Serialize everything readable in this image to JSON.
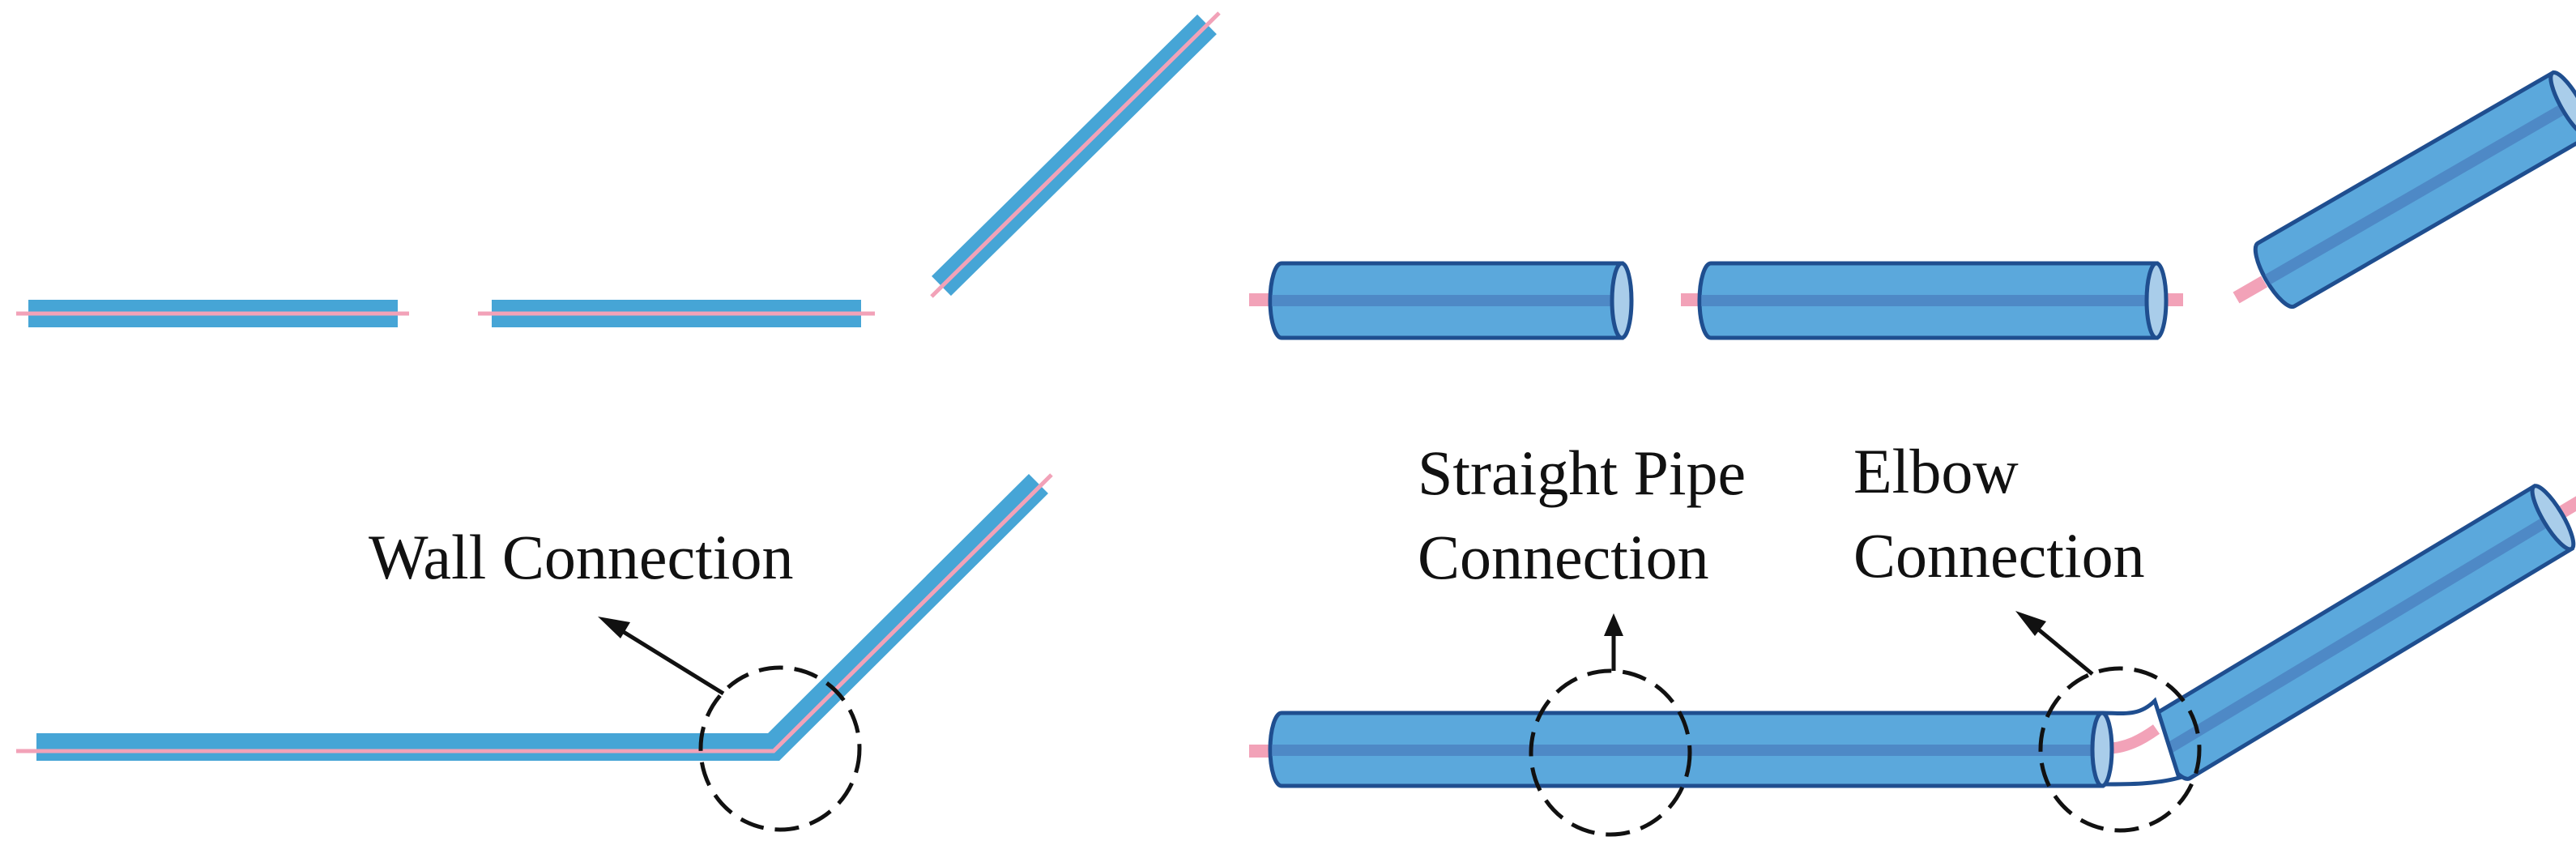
{
  "labels": {
    "wall_connection": "Wall Connection",
    "straight_pipe_connection": [
      "Straight Pipe",
      "Connection"
    ],
    "elbow_connection": [
      "Elbow",
      "Connection"
    ]
  },
  "colors": {
    "pipe_fill": "#5BA8DC",
    "pipe_outline": "#1F4E8F",
    "pipe_end_cap": "#A9CDEA",
    "axis_line": "#F2A2B8",
    "wall_fill": "#46A5D6",
    "annotation": "#111111"
  },
  "icons": [
    "arrow-icon",
    "dashed-circle-icon"
  ]
}
